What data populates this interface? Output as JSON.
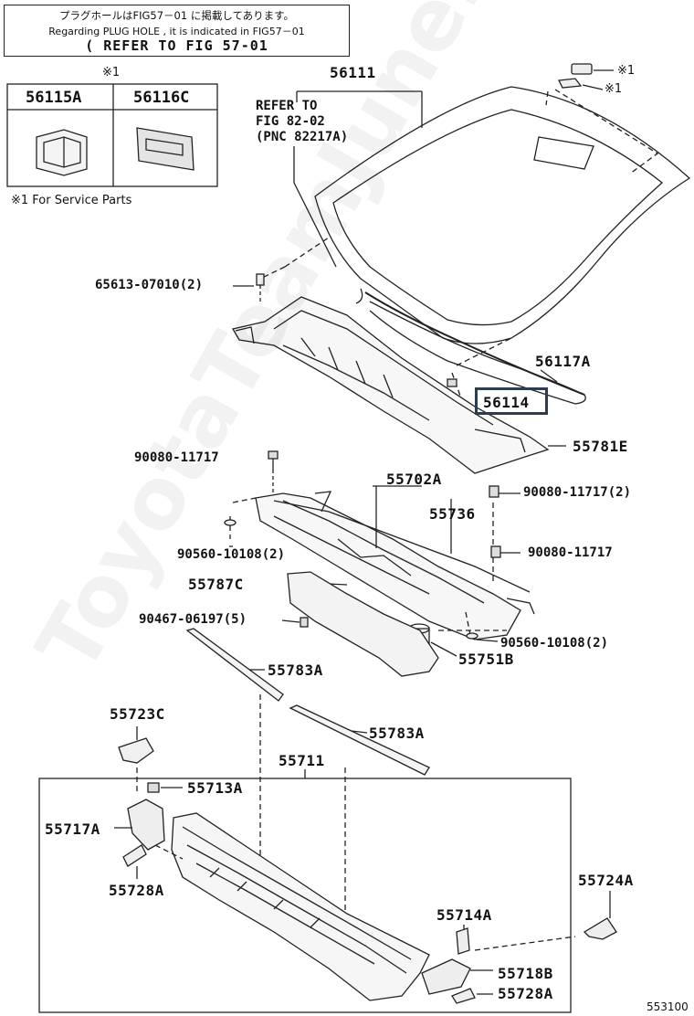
{
  "note": {
    "line1": "プラグホールはFIG57－01 に掲載してあります。",
    "line2": "Regarding PLUG HOLE , it is indicated in FIG57－01",
    "line3": "( REFER TO FIG 57-01"
  },
  "service_box": {
    "marker": "※1",
    "col1": "56115A",
    "col2": "56116C",
    "legend": "※1 For Service Parts"
  },
  "refer": {
    "line1": "REFER TO",
    "line2": "FIG 82-02",
    "line3": "(PNC 82217A)"
  },
  "labels": {
    "p56111": "56111",
    "m1a": "※1",
    "m1b": "※1",
    "p65613": "65613-07010(2)",
    "p56117A": "56117A",
    "p56114": "56114",
    "p55781E": "55781E",
    "p90080a": "90080-11717",
    "p55702A": "55702A",
    "p90080b": "90080-11717(2)",
    "p55736": "55736",
    "p90560a": "90560-10108(2)",
    "p90080c": "90080-11717",
    "p55787C": "55787C",
    "p90467": "90467-06197(5)",
    "p90560b": "90560-10108(2)",
    "p55751B": "55751B",
    "p55783A_1": "55783A",
    "p55723C": "55723C",
    "p55783A_2": "55783A",
    "p55711": "55711",
    "p55713A": "55713A",
    "p55717A": "55717A",
    "p55728A_1": "55728A",
    "p55724A": "55724A",
    "p55714A": "55714A",
    "p55718B": "55718B",
    "p55728A_2": "55728A"
  },
  "highlighted_part": "56114",
  "figure_code": "553100",
  "watermark": "ToyotaTeamJune.ru",
  "colors": {
    "line": "#222222",
    "highlight": "#2b3d4f",
    "background": "#ffffff"
  }
}
